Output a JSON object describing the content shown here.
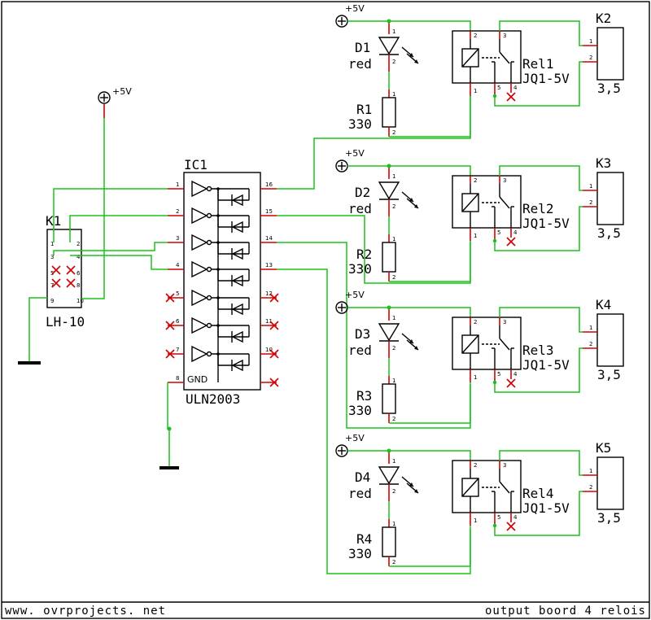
{
  "footer": {
    "left": "www. ovrprojects. net",
    "right": "output boord 4 relois"
  },
  "supply": {
    "label": "+5V"
  },
  "connector_k1": {
    "ref": "K1",
    "value": "LH-10",
    "pins": [
      "1",
      "2",
      "3",
      "4",
      "5",
      "6",
      "7",
      "8",
      "9",
      "10"
    ]
  },
  "ic1": {
    "ref": "IC1",
    "value": "ULN2003",
    "gnd_label": "GND",
    "pins_left": [
      "1",
      "2",
      "3",
      "4",
      "5",
      "6",
      "7",
      "8"
    ],
    "pins_right": [
      "16",
      "15",
      "14",
      "13",
      "12",
      "11",
      "10"
    ]
  },
  "channels": [
    {
      "led": "D1",
      "led_color": "red",
      "resistor": "R1",
      "resistor_value": "330",
      "relay": "Rel1",
      "relay_value": "JQ1-5V",
      "terminal": "K2",
      "terminal_value": "3,5",
      "pins": {
        "a": "1",
        "b": "2",
        "c": "3",
        "d": "4",
        "e": "5"
      }
    },
    {
      "led": "D2",
      "led_color": "red",
      "resistor": "R2",
      "resistor_value": "330",
      "relay": "Rel2",
      "relay_value": "JQ1-5V",
      "terminal": "K3",
      "terminal_value": "3,5",
      "pins": {
        "a": "1",
        "b": "2",
        "c": "3",
        "d": "4",
        "e": "5"
      }
    },
    {
      "led": "D3",
      "led_color": "red",
      "resistor": "R3",
      "resistor_value": "330",
      "relay": "Rel3",
      "relay_value": "JQ1-5V",
      "terminal": "K4",
      "terminal_value": "3,5",
      "pins": {
        "a": "1",
        "b": "2",
        "c": "3",
        "d": "4",
        "e": "5"
      }
    },
    {
      "led": "D4",
      "led_color": "red",
      "resistor": "R4",
      "resistor_value": "330",
      "relay": "Rel4",
      "relay_value": "JQ1-5V",
      "terminal": "K5",
      "terminal_value": "3,5",
      "pins": {
        "a": "1",
        "b": "2",
        "c": "3",
        "d": "4",
        "e": "5"
      }
    }
  ],
  "colors": {
    "wire": "#19c219",
    "pin": "#d40000",
    "ink": "#000000"
  }
}
